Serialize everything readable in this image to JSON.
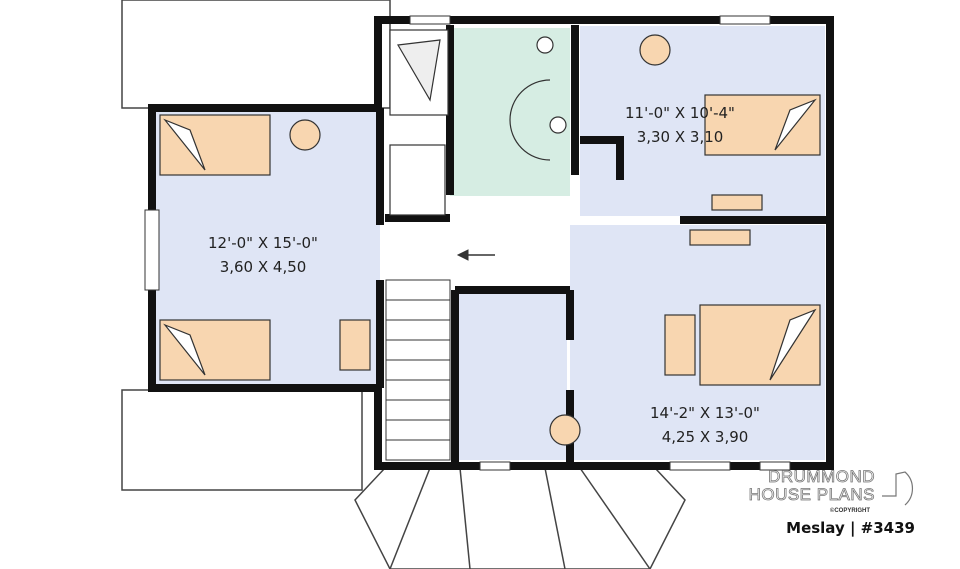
{
  "plan": {
    "rooms": [
      {
        "name": "left-bedroom",
        "imperial": "12'-0\" X 15'-0\"",
        "metric": "3,60 X 4,50"
      },
      {
        "name": "top-right-bedroom",
        "imperial": "11'-0\" X 10'-4\"",
        "metric": "3,30 X 3,10"
      },
      {
        "name": "bottom-right-bedroom",
        "imperial": "14'-2\" X 13'-0\"",
        "metric": "4,25 X 3,90"
      }
    ],
    "colors": {
      "bedroom": "#dfe5f5",
      "bathroom": "#d6ede3",
      "bed": "#f8d6b0",
      "wall": "#111111"
    }
  },
  "branding": {
    "line1": "DRUMMOND",
    "line2": "HOUSE PLANS",
    "copyright": "©COPYRIGHT",
    "caption": "Meslay | #3439"
  }
}
